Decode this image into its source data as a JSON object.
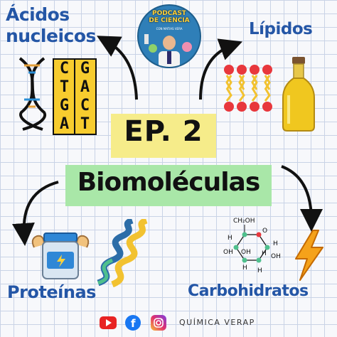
{
  "titles": {
    "acidos_line1": "Ácidos",
    "acidos_line2": "nucleicos",
    "lipidos": "Lípidos",
    "proteinas": "Proteínas",
    "carbohidratos": "Carbohidratos"
  },
  "episode": "EP. 2",
  "topic": "Biomoléculas",
  "podcast": {
    "title_line1": "PODCAST",
    "title_line2": "DE CIENCIA",
    "subtitle": "CON MATIAS VERA"
  },
  "dna_letters": [
    [
      "C",
      "G"
    ],
    [
      "T",
      "A"
    ],
    [
      "G",
      "C"
    ],
    [
      "A",
      "T"
    ]
  ],
  "glucose": {
    "top": "CH₂OH",
    "ring_h": [
      "H",
      "H",
      "H",
      "H",
      "H"
    ],
    "ring_oh": [
      "OH",
      "OH",
      "OH"
    ],
    "ring_o": "O"
  },
  "footer": {
    "channel": "QUÍMICA VERAP"
  },
  "colors": {
    "title_blue": "#2456a6",
    "ep_highlight": "#f6ec8a",
    "topic_highlight": "#a9e7a8"
  }
}
